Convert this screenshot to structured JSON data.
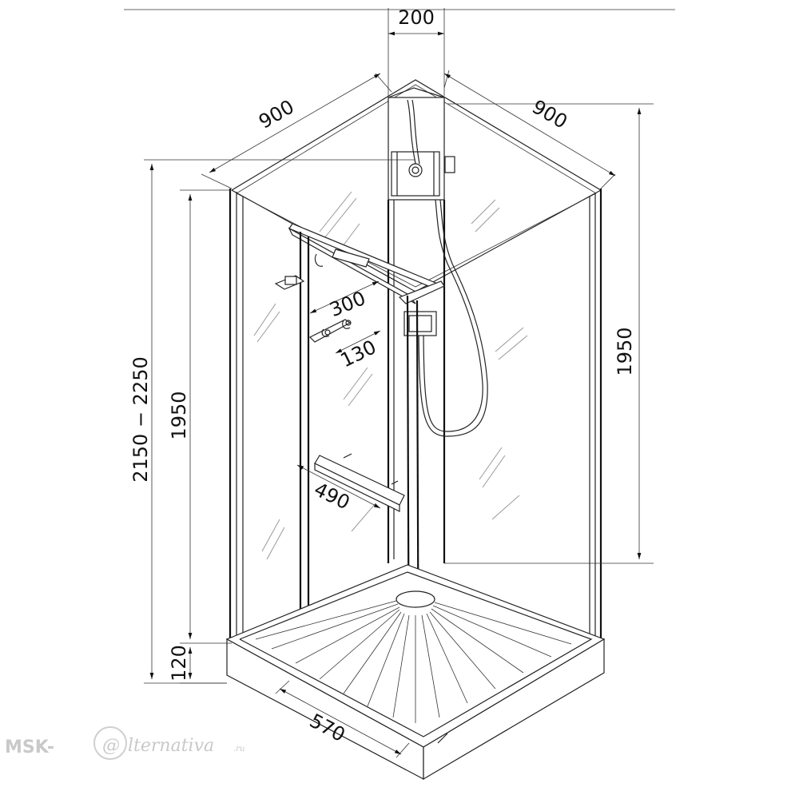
{
  "diagram": {
    "dimensions": {
      "column_width": "200",
      "left_depth": "900",
      "right_depth": "900",
      "total_height": "2150 − 2250",
      "panel_height_left": "1950",
      "panel_height_right": "1950",
      "tray_height": "120",
      "door_width": "570",
      "top_shelf": "300",
      "hook_rail": "130",
      "lower_shelf": "490"
    },
    "watermark": {
      "brand_left": "MSK-",
      "brand_at": "@",
      "brand_right": "lternativa",
      "brand_tld": ".ru"
    }
  }
}
